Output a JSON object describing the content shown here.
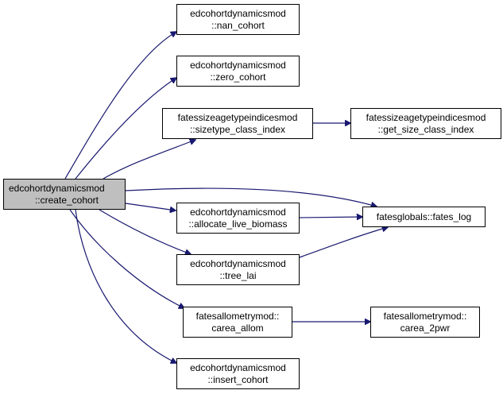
{
  "diagram": {
    "edge_color": "#191970",
    "root_fill": "#bfbfbf",
    "node_fill": "#ffffff",
    "nodes": {
      "create_cohort": {
        "line1": "edcohortdynamicsmod",
        "line2": "::create_cohort"
      },
      "nan_cohort": {
        "line1": "edcohortdynamicsmod",
        "line2": "::nan_cohort"
      },
      "zero_cohort": {
        "line1": "edcohortdynamicsmod",
        "line2": "::zero_cohort"
      },
      "sizetype_class_index": {
        "line1": "fatessizeagetypeindicesmod",
        "line2": "::sizetype_class_index"
      },
      "get_size_class_index": {
        "line1": "fatessizeagetypeindicesmod",
        "line2": "::get_size_class_index"
      },
      "allocate_live_biomass": {
        "line1": "edcohortdynamicsmod",
        "line2": "::allocate_live_biomass"
      },
      "fates_log": {
        "line1": "fatesglobals::fates_log"
      },
      "tree_lai": {
        "line1": "edcohortdynamicsmod",
        "line2": "::tree_lai"
      },
      "carea_allom": {
        "line1": "fatesallometrymod::",
        "line2": "carea_allom"
      },
      "carea_2pwr": {
        "line1": "fatesallometrymod::",
        "line2": "carea_2pwr"
      },
      "insert_cohort": {
        "line1": "edcohortdynamicsmod",
        "line2": "::insert_cohort"
      }
    },
    "edges": [
      {
        "from": "create_cohort",
        "to": "nan_cohort"
      },
      {
        "from": "create_cohort",
        "to": "zero_cohort"
      },
      {
        "from": "create_cohort",
        "to": "sizetype_class_index"
      },
      {
        "from": "sizetype_class_index",
        "to": "get_size_class_index"
      },
      {
        "from": "create_cohort",
        "to": "fates_log"
      },
      {
        "from": "create_cohort",
        "to": "allocate_live_biomass"
      },
      {
        "from": "allocate_live_biomass",
        "to": "fates_log"
      },
      {
        "from": "create_cohort",
        "to": "tree_lai"
      },
      {
        "from": "tree_lai",
        "to": "fates_log"
      },
      {
        "from": "create_cohort",
        "to": "carea_allom"
      },
      {
        "from": "carea_allom",
        "to": "carea_2pwr"
      },
      {
        "from": "create_cohort",
        "to": "insert_cohort"
      }
    ]
  }
}
